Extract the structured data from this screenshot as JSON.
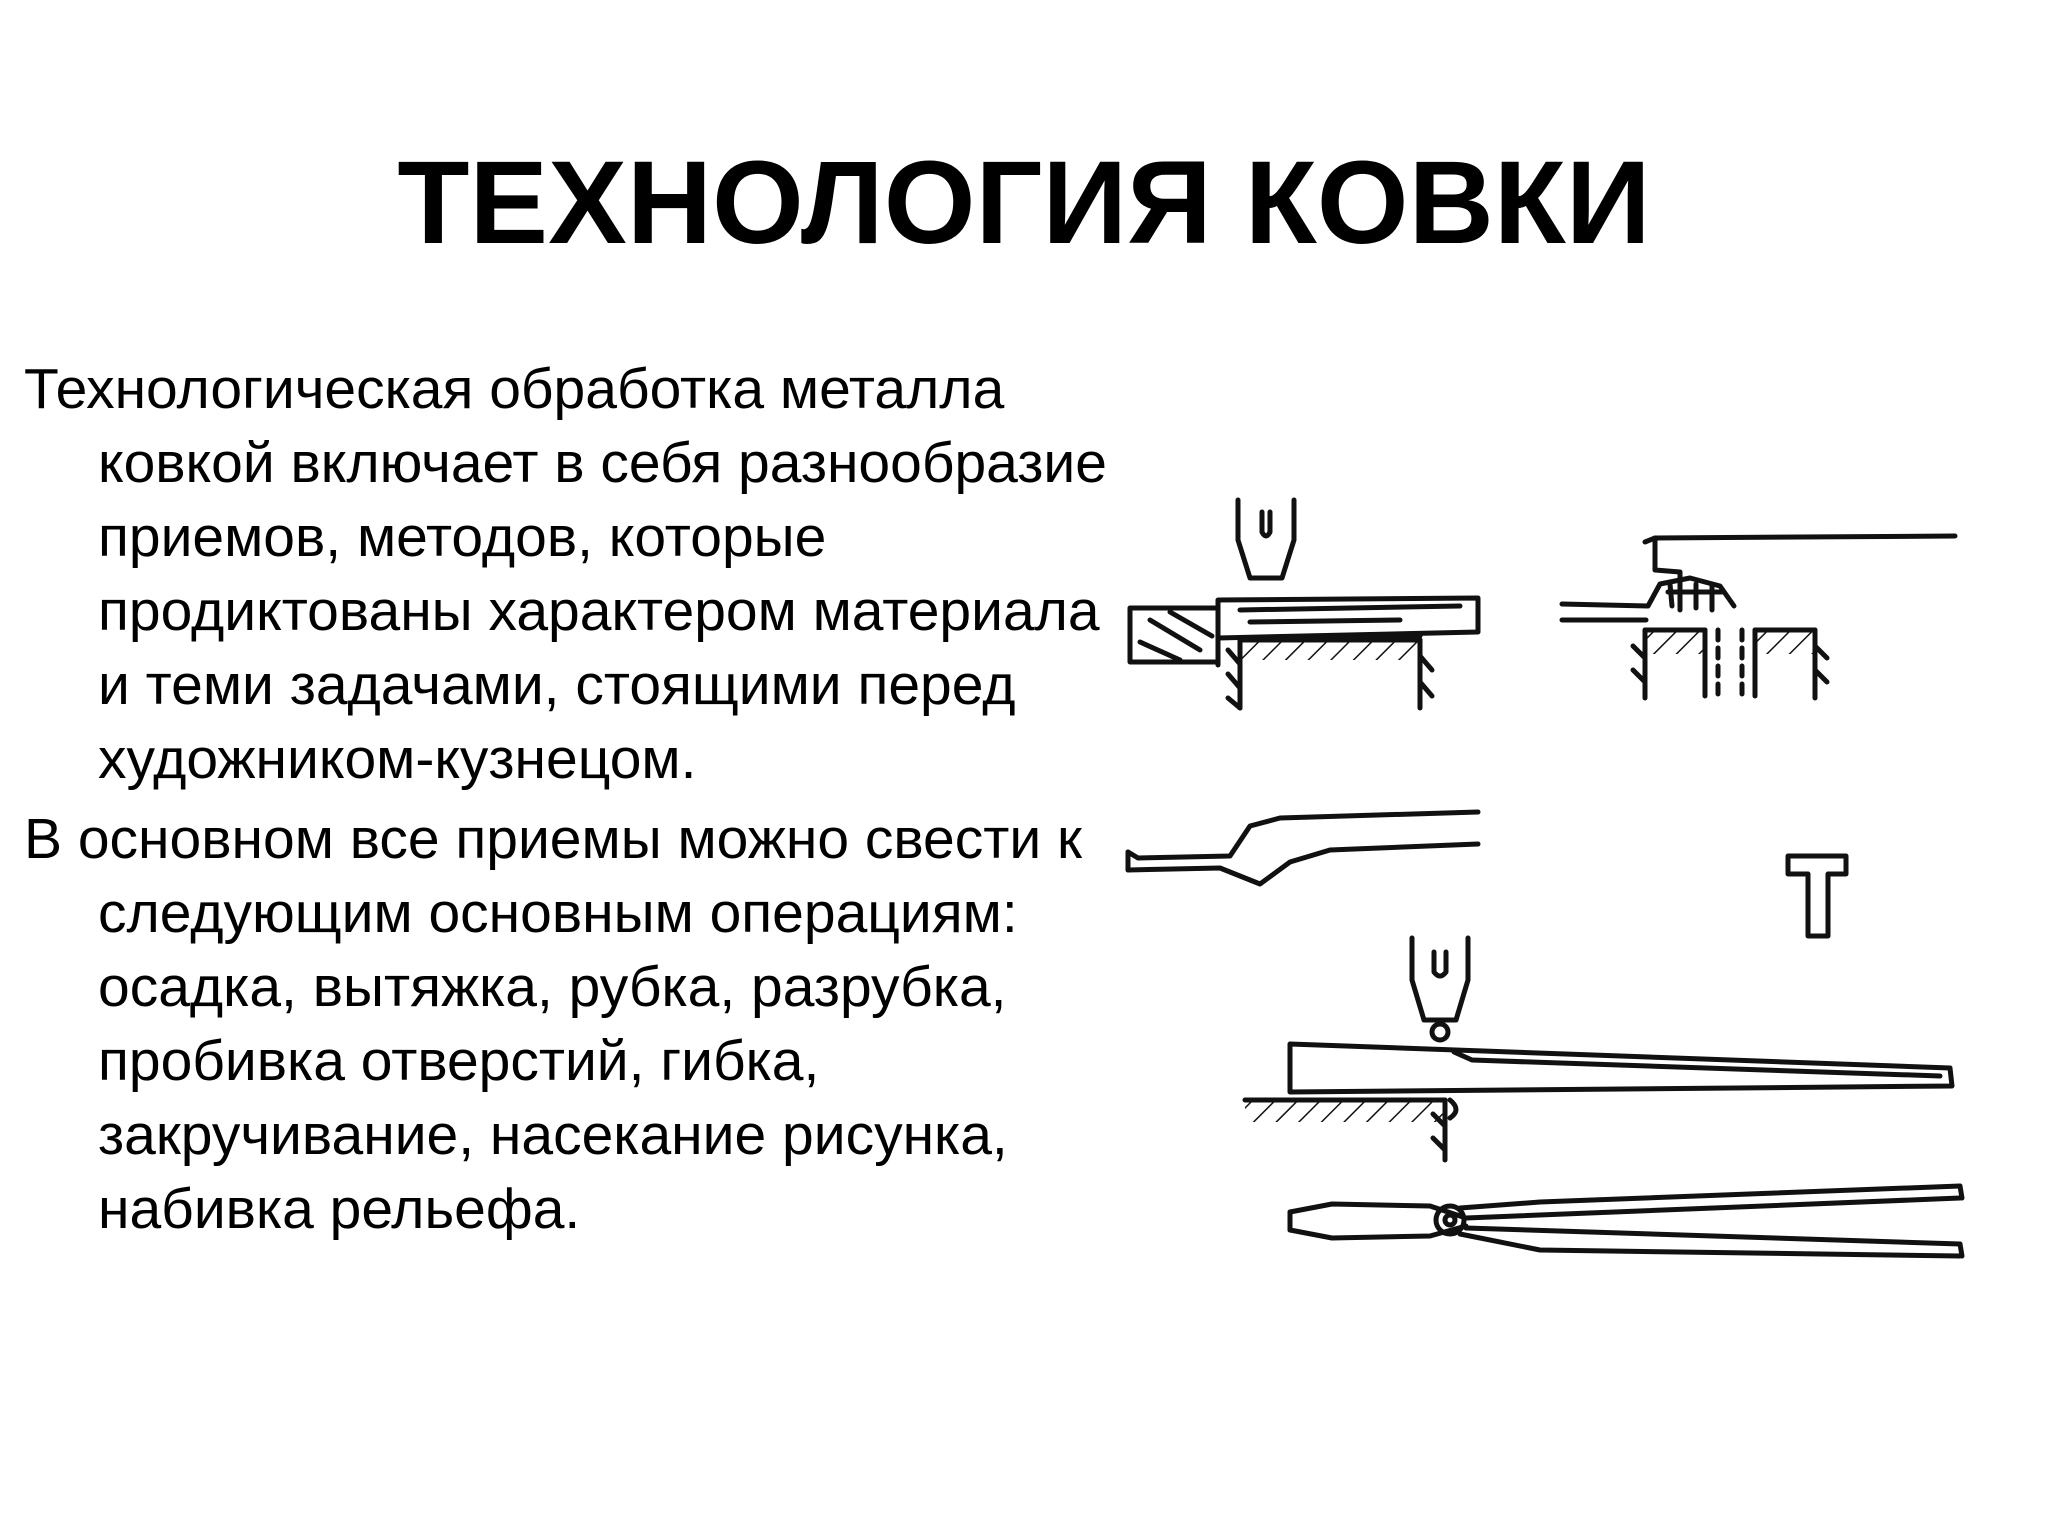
{
  "slide": {
    "title": "ТЕХНОЛОГИЯ КОВКИ",
    "paragraphs": [
      "Технологическая обработка металла ковкой включает в себя разнообразие приемов, методов, которые продиктованы характером материала и теми задачами, стоящими перед художником-кузнецом.",
      "В основном все приемы можно свести к следующим основным операциям: осадка, вытяжка, рубка, разрубка, пробивка отверстий, гибка, закручивание, насекание рисунка, набивка рельефа."
    ]
  },
  "illustration": {
    "icon": "forging-operations-drawing",
    "line_color": "#111111"
  }
}
